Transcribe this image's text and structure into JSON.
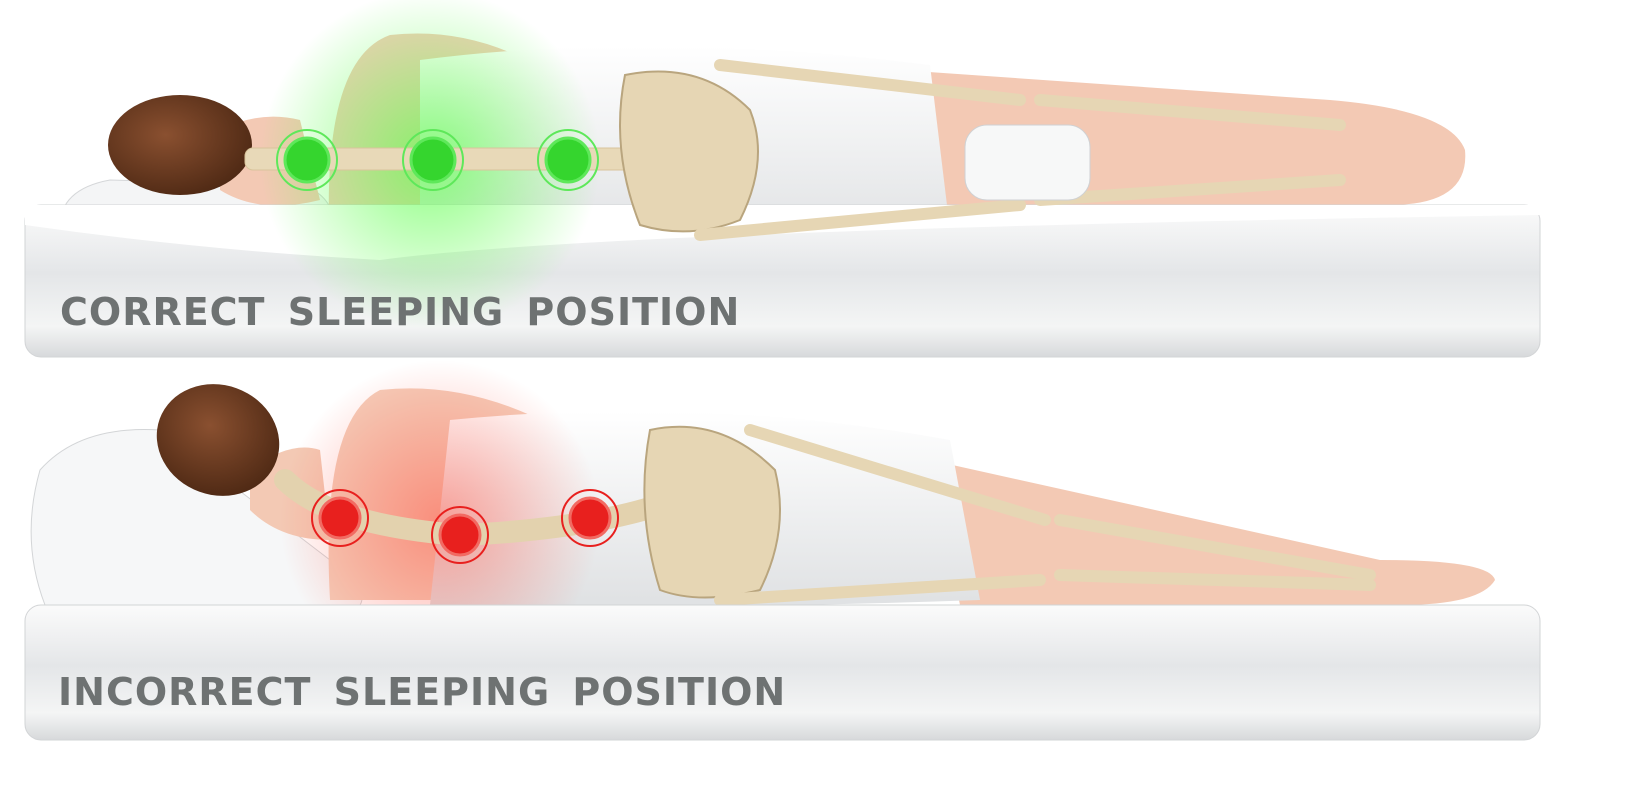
{
  "panels": [
    {
      "caption": "CORRECT SLEEPING POSITION",
      "status": "correct",
      "highlight_color": "#2fdc2f"
    },
    {
      "caption": "INCORRECT SLEEPING POSITION",
      "status": "incorrect",
      "highlight_color": "#e8201e"
    }
  ],
  "colors": {
    "caption": "#6e7272",
    "skin": "#f3c9b4",
    "hair": "#6b3a22",
    "bone": "#e6d6b4",
    "shirt": "#f2f3f4",
    "mattress": "#e9ebec"
  }
}
